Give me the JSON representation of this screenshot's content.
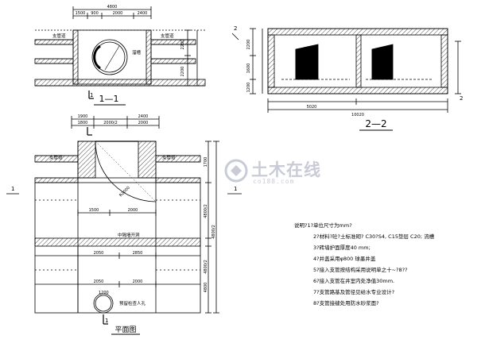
{
  "dims_top": [
    "4800",
    "1500",
    "900",
    "2000",
    "2400"
  ],
  "dims_11_right": [
    "2200",
    "2200"
  ],
  "labels_11": {
    "left_pipe": "支管道",
    "right_pipe": "支管道",
    "chute": "溜槽"
  },
  "title_11": "1—1",
  "section_mark": "1",
  "dims_22_bottom": [
    "5020",
    "10020"
  ],
  "dims_22_left": [
    "2200",
    "1600",
    "1200"
  ],
  "title_22": "2—2",
  "section_mark_2": "2",
  "plan_dims_top": [
    "1900",
    "2400",
    "1800",
    "2000/2",
    "2000"
  ],
  "plan_labels": {
    "left_pipe": "支管道",
    "right_pipe": "支管道",
    "rcp": "R2000",
    "inner": "中隔墙开洞",
    "manhole": "预留检查人孔",
    "dia": "1200"
  },
  "plan_dims_inner": [
    "1500",
    "2000",
    "2050",
    "2850",
    "2050",
    "2000"
  ],
  "plan_dims_right": [
    "1700",
    "4800/2",
    "4800/2",
    "4800/2",
    "4800"
  ],
  "plan_title": "平面图",
  "plan_mark": "1",
  "left_mark": "1",
  "mid_mark": "1",
  "notes": [
    "说明?1?单位尺寸为mm?",
    "2?材料?砼?土标准砌?  C30?S4,    C15垫层  C20; 流槽",
    "3?砖墙护面厚度40  mm;",
    "4?井盖采用φ800 球墨井盖",
    "5?接入支管按结构采用说明单之十~?8??",
    "6?接入支管在井室内处净值30mm.",
    "7?支管路基及管径见给水专业设计?",
    "8?支管接缝处用防水砂浆面?"
  ],
  "watermark": {
    "text": "土木在线",
    "sub": "co188.com"
  }
}
